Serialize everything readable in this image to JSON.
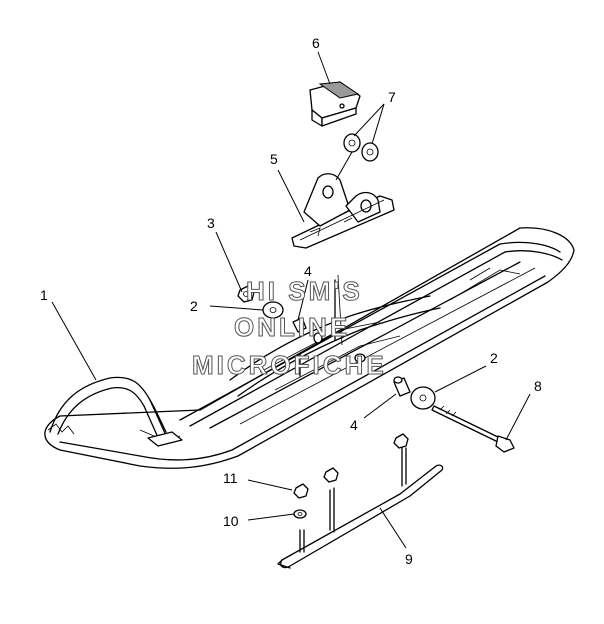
{
  "callouts": {
    "c1": "1",
    "c2a": "2",
    "c2b": "2",
    "c3": "3",
    "c4a": "4",
    "c4b": "4",
    "c5": "5",
    "c6": "6",
    "c7": "7",
    "c8": "8",
    "c9": "9",
    "c10": "10",
    "c11": "11"
  },
  "watermark": {
    "line1": "HI SM'S",
    "line2": "ONLINE",
    "line3": "MICROFICHE"
  }
}
